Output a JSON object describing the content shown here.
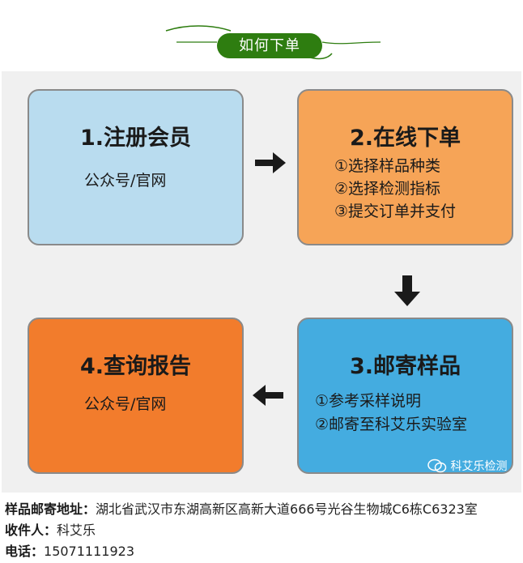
{
  "header": {
    "title": "如何下单",
    "accent_color": "#2e7d10"
  },
  "steps": [
    {
      "title": "1.注册会员",
      "lines": [
        "公众号/官网"
      ],
      "color": "#b9dcef"
    },
    {
      "title": "2.在线下单",
      "lines": [
        "①选择样品种类",
        "②选择检测指标",
        "③提交订单并支付"
      ],
      "color": "#f6a457"
    },
    {
      "title": "3.邮寄样品",
      "lines": [
        "①参考采样说明",
        "②邮寄至科艾乐实验室"
      ],
      "color": "#44ace0"
    },
    {
      "title": "4.查询报告",
      "lines": [
        "公众号/官网"
      ],
      "color": "#f27c2c"
    }
  ],
  "flow": [
    {
      "from": "1.注册会员",
      "to": "2.在线下单",
      "icon": "arrow-right-icon"
    },
    {
      "from": "2.在线下单",
      "to": "3.邮寄样品",
      "icon": "arrow-down-icon"
    },
    {
      "from": "3.邮寄样品",
      "to": "4.查询报告",
      "icon": "arrow-left-icon"
    }
  ],
  "watermark": {
    "text": "科艾乐检测",
    "icon": "wechat-icon"
  },
  "footer": {
    "address_label": "样品邮寄地址：",
    "address": "湖北省武汉市东湖高新区高新大道666号光谷生物城C6栋C6323室",
    "recipient_label": "收件人：",
    "recipient": "科艾乐",
    "phone_label": "电话：",
    "phone": "15071111923"
  }
}
